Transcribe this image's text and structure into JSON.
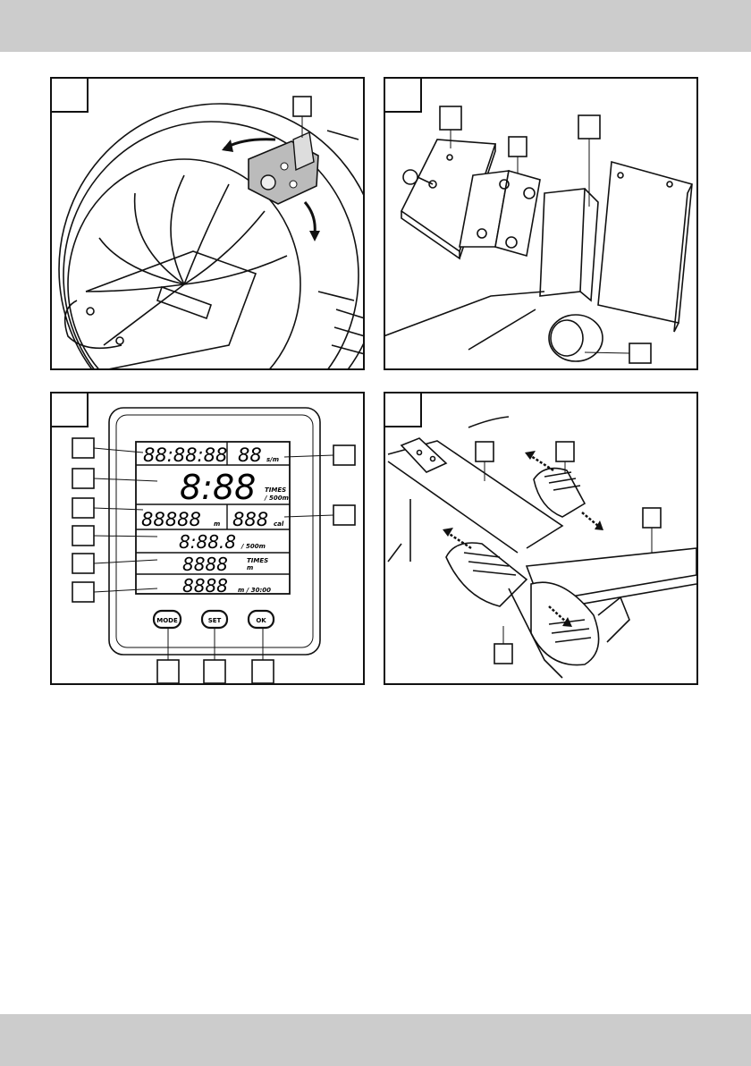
{
  "display": {
    "clock": "88:88:88",
    "spm_value": "88",
    "spm_unit": "s/m",
    "split_time": "8:88",
    "split_label_1": "TIMES",
    "split_label_2": "/ 500m",
    "distance_value": "88888",
    "distance_unit": "m",
    "calories_value": "888",
    "calories_unit": "cal",
    "avg_split": "8:88.8",
    "avg_split_unit": "/ 500m",
    "count_value": "8888",
    "count_label_1": "TIMES",
    "count_label_2": "m",
    "target_value": "8888",
    "target_unit": "m / 30:00"
  },
  "buttons": {
    "mode": "MODE",
    "set": "SET",
    "ok": "OK"
  },
  "colors": {
    "header_band": "#cccccc",
    "line": "#111111"
  }
}
